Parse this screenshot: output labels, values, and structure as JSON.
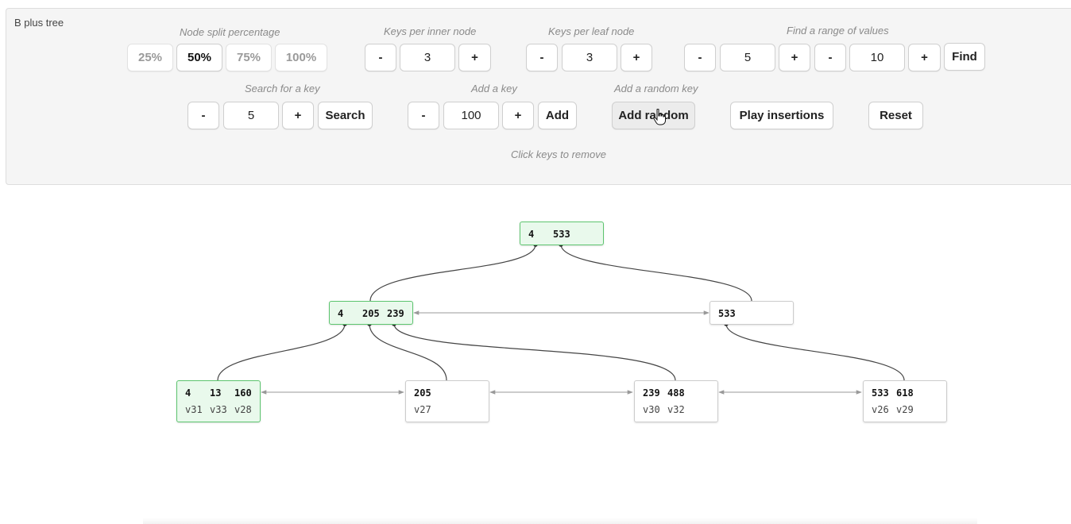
{
  "panel": {
    "title": "B plus tree",
    "split": {
      "label": "Node split percentage",
      "options": [
        "25%",
        "50%",
        "75%",
        "100%"
      ],
      "selected": "50%"
    },
    "inner": {
      "label": "Keys per inner node",
      "minus": "-",
      "value": "3",
      "plus": "+"
    },
    "leaf": {
      "label": "Keys per leaf node",
      "minus": "-",
      "value": "3",
      "plus": "+"
    },
    "range": {
      "label": "Find a range of values",
      "minus": "-",
      "from": "5",
      "plus": "+",
      "to": "10",
      "find": "Find"
    },
    "search": {
      "label": "Search for a key",
      "minus": "-",
      "value": "5",
      "plus": "+",
      "button": "Search"
    },
    "add": {
      "label": "Add a key",
      "minus": "-",
      "value": "100",
      "plus": "+",
      "button": "Add"
    },
    "random": {
      "label": "Add a random key",
      "button": "Add random"
    },
    "play": "Play insertions",
    "reset": "Reset",
    "hint": "Click keys to remove"
  },
  "tree": {
    "root": {
      "keys": [
        "4",
        "533"
      ],
      "highlighted": true
    },
    "inner": [
      {
        "keys": [
          "4",
          "205",
          "239"
        ],
        "highlighted": true
      },
      {
        "keys": [
          "533"
        ],
        "highlighted": false
      }
    ],
    "leaves": [
      {
        "keys": [
          "4",
          "13",
          "160"
        ],
        "values": [
          "v31",
          "v33",
          "v28"
        ],
        "highlighted": true
      },
      {
        "keys": [
          "205"
        ],
        "values": [
          "v27"
        ],
        "highlighted": false
      },
      {
        "keys": [
          "239",
          "488"
        ],
        "values": [
          "v30",
          "v32"
        ],
        "highlighted": false
      },
      {
        "keys": [
          "533",
          "618"
        ],
        "values": [
          "v26",
          "v29"
        ],
        "highlighted": false
      }
    ],
    "colors": {
      "highlight_bg": "#e9f9ec",
      "highlight_border": "#5dc56f",
      "edge": "#444444",
      "link": "#999999"
    }
  },
  "icons": {
    "cursor": "hand-pointer-icon"
  }
}
